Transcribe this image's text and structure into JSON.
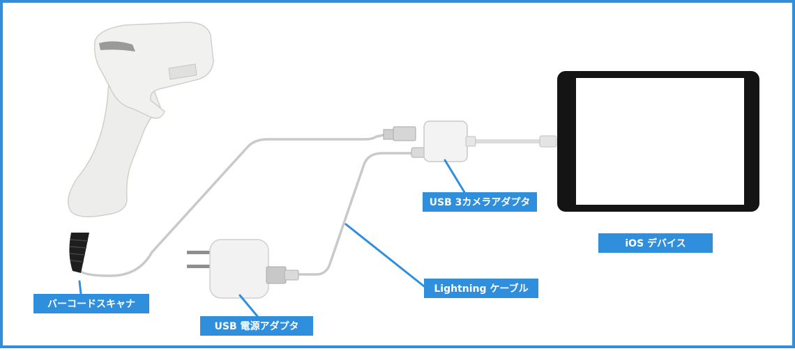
{
  "labels": {
    "scanner": "バーコードスキャナ",
    "power_adapter": "USB 電源アダプタ",
    "lightning_cable": "Lightning ケーブル",
    "camera_adapter": "USB 3カメラアダプタ",
    "ios_device": "iOS デバイス"
  },
  "colors": {
    "frame": "#2f8fdc",
    "label_bg": "#2f8fdc",
    "label_text": "#ffffff",
    "cable": "#c9c9c9",
    "device_body": "#141414",
    "device_screen": "#ffffff"
  },
  "icons": {
    "scanner": "barcode-scanner-icon",
    "power_adapter": "usb-power-adapter-icon",
    "camera_adapter": "usb-camera-adapter-icon",
    "ios_device": "tablet-icon"
  }
}
